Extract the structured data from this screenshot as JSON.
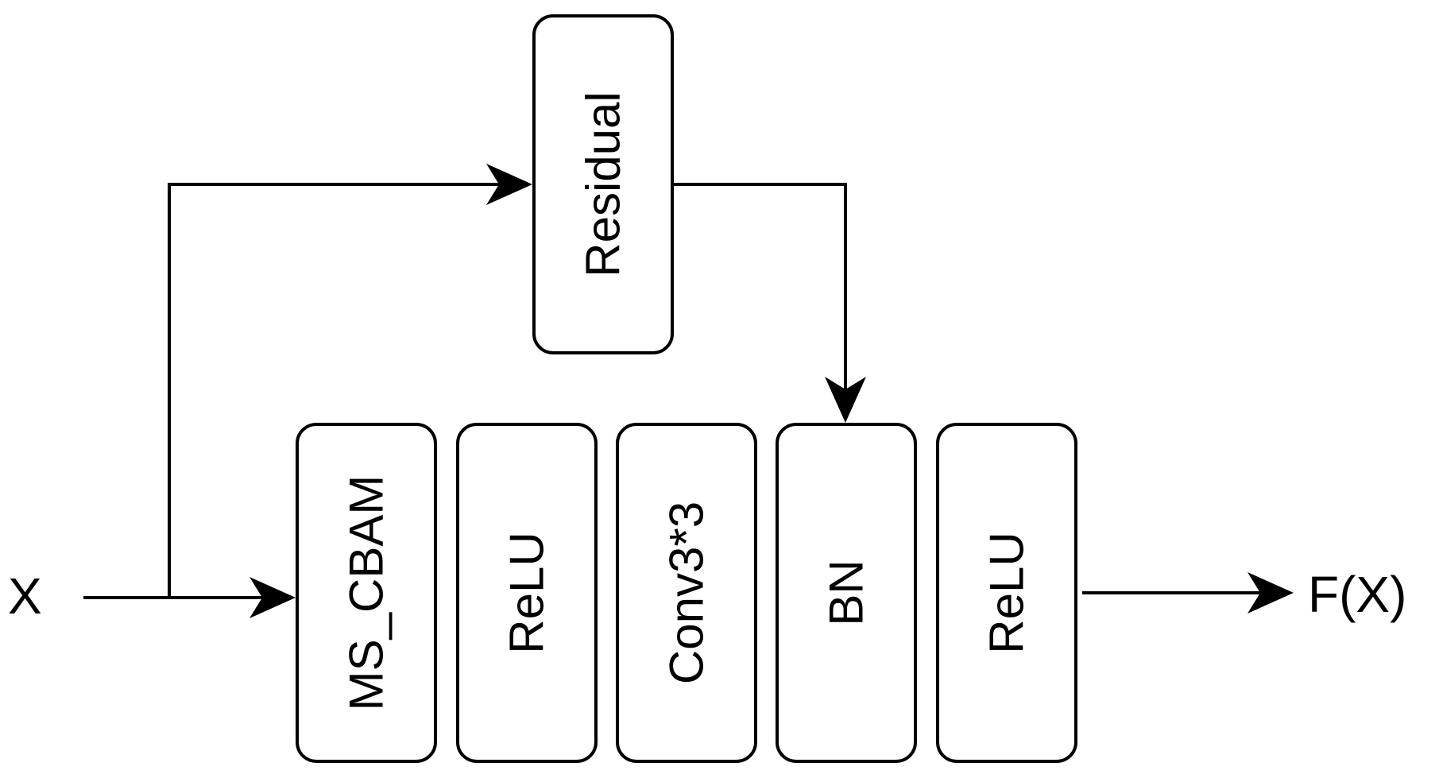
{
  "diagram": {
    "input_label": "X",
    "output_label": "F(X)",
    "residual_label": "Residual",
    "blocks": [
      {
        "label": "MS_CBAM"
      },
      {
        "label": "ReLU"
      },
      {
        "label": "Conv3*3"
      },
      {
        "label": "BN"
      },
      {
        "label": "ReLU"
      }
    ]
  }
}
